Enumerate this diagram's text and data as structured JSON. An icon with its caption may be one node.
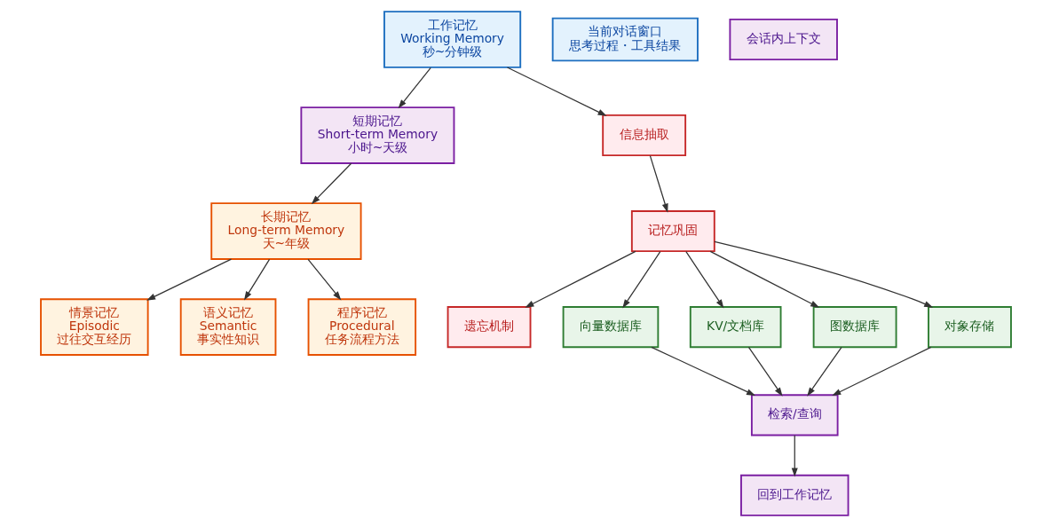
{
  "diagram": {
    "nodes": [
      {
        "text": [
          "工作记忆",
          "Working Memory",
          "秒~分钟级"
        ]
      },
      {
        "text": [
          "当前对话窗口",
          "思考过程・工具结果"
        ]
      },
      {
        "text": [
          "会话内上下文"
        ]
      },
      {
        "text": [
          "短期记忆",
          "Short-term Memory",
          "小时~天级"
        ]
      },
      {
        "text": [
          "信息抽取"
        ]
      },
      {
        "text": [
          "长期记忆",
          "Long-term Memory",
          "天~年级"
        ]
      },
      {
        "text": [
          "记忆巩固"
        ]
      },
      {
        "text": [
          "情景记忆",
          "Episodic",
          "过往交互经历"
        ]
      },
      {
        "text": [
          "语义记忆",
          "Semantic",
          "事实性知识"
        ]
      },
      {
        "text": [
          "程序记忆",
          "Procedural",
          "任务流程方法"
        ]
      },
      {
        "text": [
          "遗忘机制"
        ]
      },
      {
        "text": [
          "向量数据库"
        ]
      },
      {
        "text": [
          "KV/文档库"
        ]
      },
      {
        "text": [
          "图数据库"
        ]
      },
      {
        "text": [
          "对象存储"
        ]
      },
      {
        "text": [
          "检索/查询"
        ]
      },
      {
        "text": [
          "回到工作记忆"
        ]
      }
    ],
    "edges": [
      {
        "from": 0,
        "to": 3,
        "arrow": "to"
      },
      {
        "from": 0,
        "to": 4,
        "arrow": "to"
      },
      {
        "from": 3,
        "to": 5,
        "arrow": "to"
      },
      {
        "from": 5,
        "to": 7,
        "arrow": "to"
      },
      {
        "from": 5,
        "to": 8,
        "arrow": "to"
      },
      {
        "from": 5,
        "to": 9,
        "arrow": "to"
      },
      {
        "from": 4,
        "to": 6,
        "arrow": "to"
      },
      {
        "from": 6,
        "to": 10,
        "arrow": "to"
      },
      {
        "from": 6,
        "to": 11,
        "arrow": "to"
      },
      {
        "from": 6,
        "to": 12,
        "arrow": "to"
      },
      {
        "from": 6,
        "to": 13,
        "arrow": "to"
      },
      {
        "from": 6,
        "to": 14,
        "arrow": "to"
      },
      {
        "from": 11,
        "to": 15,
        "arrow": "to"
      },
      {
        "from": 12,
        "to": 15,
        "arrow": "to"
      },
      {
        "from": 13,
        "to": 15,
        "arrow": "to"
      },
      {
        "from": 14,
        "to": 15,
        "arrow": "to"
      },
      {
        "from": 15,
        "to": 16,
        "arrow": "to"
      }
    ]
  }
}
